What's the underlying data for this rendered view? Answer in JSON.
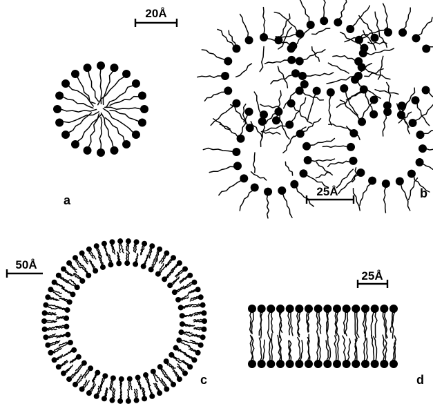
{
  "panels": {
    "a": {
      "letter": "a",
      "scale_bar": "20Å"
    },
    "b": {
      "letter": "b",
      "scale_bar": "25Å"
    },
    "c": {
      "letter": "c",
      "scale_bar": "50Å"
    },
    "d": {
      "letter": "d",
      "scale_bar": "25Å"
    }
  },
  "colors": {
    "ink": "#000000",
    "paper": "#ffffff"
  }
}
